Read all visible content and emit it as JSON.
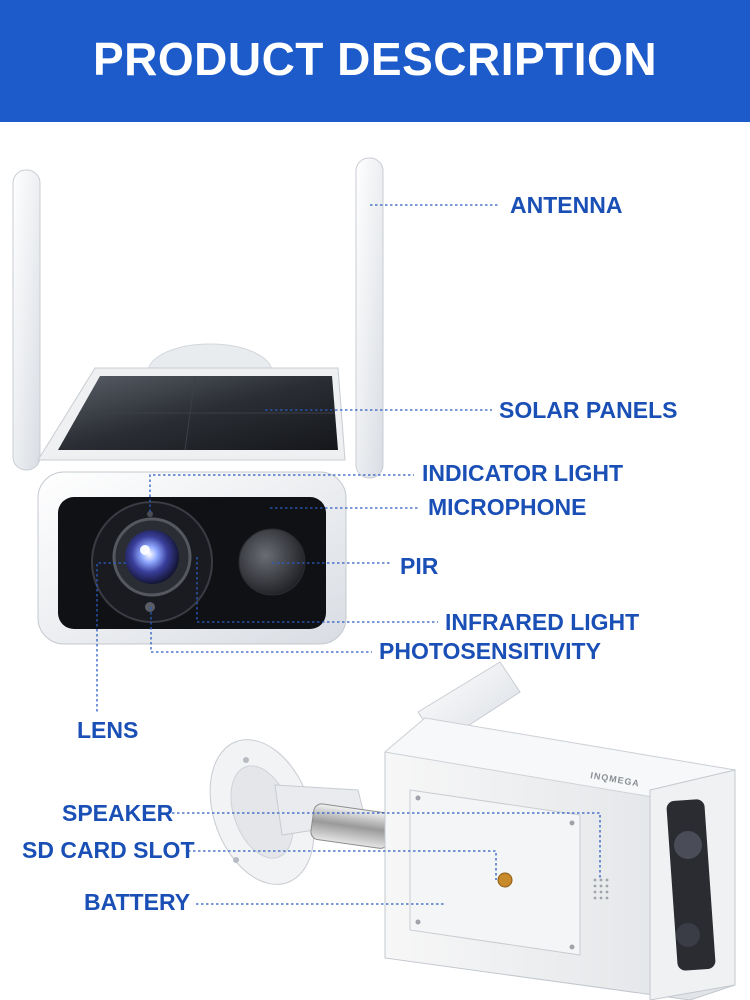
{
  "header": {
    "title": "PRODUCT DESCRIPTION"
  },
  "labels": {
    "antenna": "ANTENNA",
    "solar_panels": "SOLAR PANELS",
    "indicator_light": "INDICATOR LIGHT",
    "microphone": "MICROPHONE",
    "pir": "PIR",
    "infrared_light": "INFRARED LIGHT",
    "photosensitivity": "PHOTOSENSITIVITY",
    "lens": "LENS",
    "speaker": "SPEAKER",
    "sd_card_slot": "SD CARD SLOT",
    "battery": "BATTERY"
  },
  "brand": "INQMEGA",
  "colors": {
    "header_bg": "#1c5bc9",
    "label": "#1a4fb6",
    "leader": "#2a5cc4"
  }
}
